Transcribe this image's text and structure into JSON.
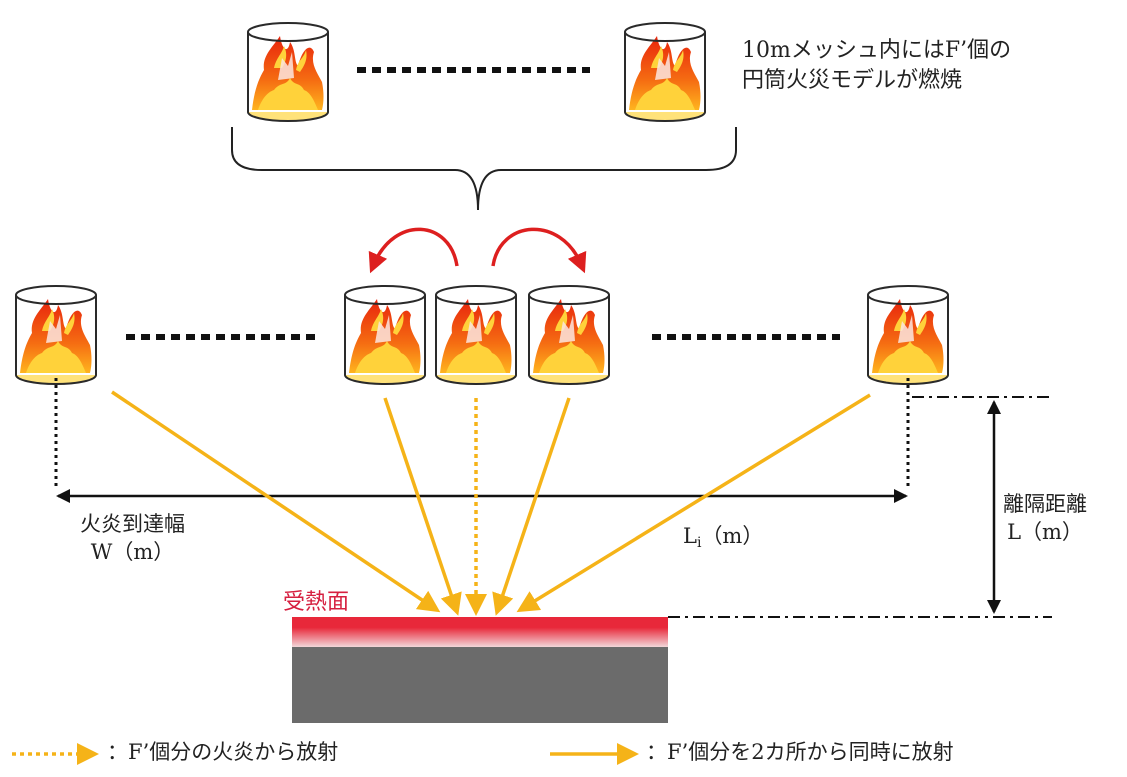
{
  "top_note": {
    "line1": "10mメッシュ内にはF’個の",
    "line2": "円筒火災モデルが燃焼"
  },
  "flame_width": {
    "line1": "火炎到達幅",
    "line2": "W（m）"
  },
  "li_label": {
    "main": "L",
    "sub": "i",
    "unit": "（m）"
  },
  "separation": {
    "line1": "離隔距離",
    "line2": "L（m）"
  },
  "heat_surface_label": "受熱面",
  "legend": {
    "dotted": "：F’個分の火炎から放射",
    "solid": "：F’個分を2カ所から同時に放射"
  },
  "colors": {
    "arrow": "#f5b318",
    "rotation_arrow": "#dd1f1f",
    "heat_surface": "#e8283a",
    "wall": "#6b6b6b",
    "flame_outer": "#f04a10",
    "flame_inner": "#ffd23a"
  },
  "icons": [
    "burning-cylinder-icon"
  ]
}
